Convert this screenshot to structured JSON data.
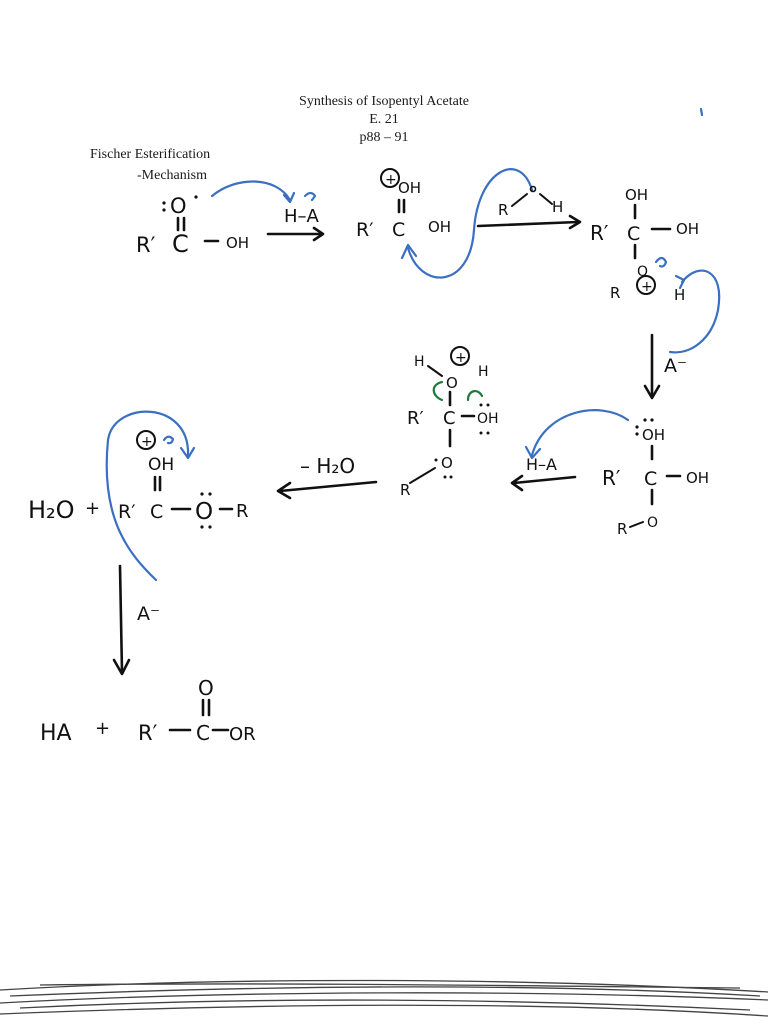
{
  "header": {
    "title": "Synthesis of Isopentyl Acetate",
    "experiment": "E. 21",
    "pages": "p88 – 91"
  },
  "section": {
    "title": "Fischer Esterification",
    "subtitle": "-Mechanism"
  },
  "notes": {
    "step1": {
      "reactant_r": "R′",
      "reactant_c": "C",
      "reactant_oh": "OH",
      "reactant_o": "O",
      "acid": "H–A",
      "plus_charge": "+",
      "product_oh": "OH",
      "product_r": "R′",
      "product_c": "C",
      "product_oh2": "OH"
    },
    "step2": {
      "alcohol_r": "R",
      "alcohol_o": "O",
      "alcohol_h": "H",
      "inter_oh_top": "OH",
      "inter_r": "R′",
      "inter_c": "C",
      "inter_oh_right": "OH",
      "inter_o": "O",
      "inter_r_bottom": "R",
      "inter_h": "H",
      "plus_charge": "+"
    },
    "step3": {
      "base": "A⁻",
      "inter_oh_top": "OH",
      "inter_r": "R′",
      "inter_c": "C",
      "inter_oh_right": "OH",
      "inter_r_bottom": "R",
      "inter_o": "O"
    },
    "step4": {
      "acid": "H–A",
      "h_left": "H",
      "plus_charge": "+",
      "o_label": "O",
      "h_right": "H",
      "inter_r": "R′",
      "inter_c": "C",
      "inter_oh": "OH",
      "inter_r_bottom": "R",
      "inter_o": "O"
    },
    "step5": {
      "loss": "– H₂O",
      "water": "H₂O",
      "plus": "+",
      "plus_charge": "+",
      "oh_top": "OH",
      "r_prime": "R′",
      "c": "C",
      "o": "O",
      "r": "R"
    },
    "step6": {
      "base": "A⁻",
      "ha": "HA",
      "plus": "+",
      "o_top": "O",
      "r_prime": "R′",
      "c": "C",
      "or": "OR"
    }
  }
}
